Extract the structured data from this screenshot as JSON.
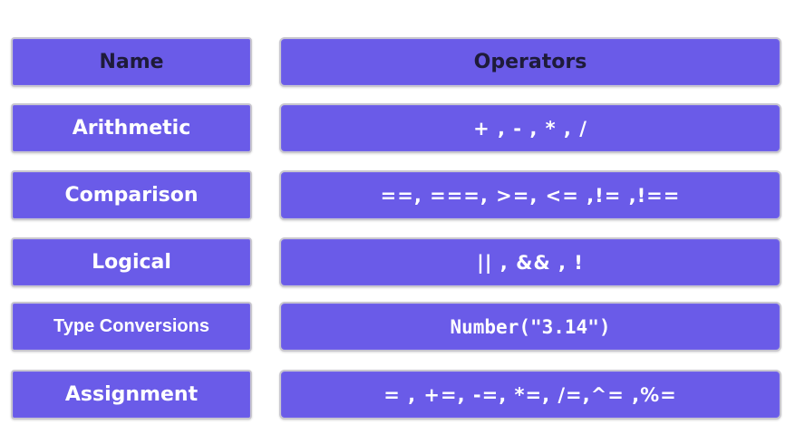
{
  "header": {
    "name": "Name",
    "operators": "Operators"
  },
  "rows": [
    {
      "name": "Arithmetic",
      "operators": "+ , - , * , /"
    },
    {
      "name": "Comparison",
      "operators": "==, ===, >=, <= ,!= ,!=="
    },
    {
      "name": "Logical",
      "operators": "|| , && , !"
    },
    {
      "name": "Type Conversions",
      "operators": "Number(\"3.14\")"
    },
    {
      "name": "Assignment",
      "operators": "= , +=, -=, *=, /=,^= ,%="
    }
  ],
  "colors": {
    "cell_fill": "#6a5be8",
    "cell_border": "#c9c7cf",
    "header_text": "#1e1b3a",
    "body_text": "#ffffff"
  }
}
